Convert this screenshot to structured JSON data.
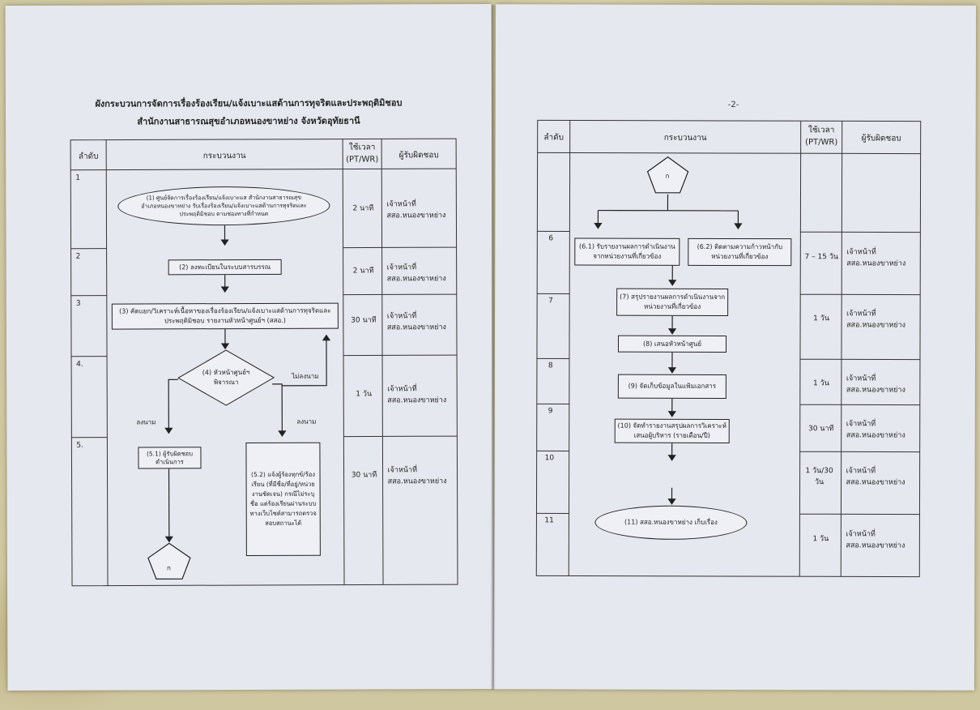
{
  "page1": {
    "title_line1": "ผังกระบวนการจัดการเรื่องร้องเรียน/แจ้งเบาะแสด้านการทุจริตและประพฤติมิชอบ",
    "title_line2": "สำนักงานสาธารณสุขอำเภอหนองขาหย่าง จังหวัดอุทัยธานี",
    "headers": {
      "order": "ลำดับ",
      "process": "กระบวนงาน",
      "time_l1": "ใช้เวลา",
      "time_l2": "(PT/WR)",
      "owner": "ผู้รับผิดชอบ"
    },
    "rows": [
      {
        "num": "1",
        "time": "2 นาที",
        "owner_l1": "เจ้าหน้าที่",
        "owner_l2": "สสอ.หนองขาหย่าง"
      },
      {
        "num": "2",
        "time": "2 นาที",
        "owner_l1": "เจ้าหน้าที่",
        "owner_l2": "สสอ.หนองขาหย่าง"
      },
      {
        "num": "3",
        "time": "30 นาที",
        "owner_l1": "เจ้าหน้าที่",
        "owner_l2": "สสอ.หนองขาหย่าง"
      },
      {
        "num": "4.",
        "time": "1 วัน",
        "owner_l1": "เจ้าหน้าที่",
        "owner_l2": "สสอ.หนองขาหย่าง"
      },
      {
        "num": "5.",
        "time": "30 นาที",
        "owner_l1": "เจ้าหน้าที่",
        "owner_l2": "สสอ.หนองขาหย่าง"
      }
    ],
    "steps": {
      "s1": "(1) ศูนย์จัดการเรื่องร้องเรียน/แจ้งเบาะแส สำนักงานสาธารณสุขอำเภอหนองขาหย่าง รับเรื่องร้องเรียน/แจ้งเบาะแสด้านการทุจริตและประพฤติมิชอบ ตามช่องทางที่กำหนด",
      "s2": "(2) ลงทะเบียนในระบบสารบรรณ",
      "s3": "(3) คัดแยก/วิเคราะห์เนื้อหาของเรื่องร้องเรียน/แจ้งเบาะแสด้านการทุจริตและประพฤติมิชอบ รายงานหัวหน้าศูนย์ฯ (สสอ.)",
      "s4": "(4) หัวหน้าศูนย์ฯ พิจารณา",
      "s51": "(5.1) ผู้รับผิดชอบ ดำเนินการ",
      "s52": "(5.2) แจ้งผู้ร้องทุกข์/ร้องเรียน (ที่มีชื่อ/ที่อยู่/หน่วยงานชัดเจน) กรณีไม่ระบุชื่อ แต่ร้องเรียนผ่านระบบทางเว็บไซต์สามารถตรวจสอบสถานะได้",
      "connector": "ก",
      "label_approve_left": "ลงนาม",
      "label_approve_right": "ลงนาม",
      "label_reject": "ไม่ลงนาม"
    }
  },
  "page2": {
    "page_number": "-2-",
    "headers": {
      "order": "ลำดับ",
      "process": "กระบวนงาน",
      "time_l1": "ใช้เวลา",
      "time_l2": "(PT/WR)",
      "owner": "ผู้รับผิดชอบ"
    },
    "rows": [
      {
        "num": "6",
        "time": "7 – 15 วัน",
        "owner_l1": "เจ้าหน้าที่",
        "owner_l2": "สสอ.หนองขาหย่าง"
      },
      {
        "num": "7",
        "time": "1 วัน",
        "owner_l1": "เจ้าหน้าที่",
        "owner_l2": "สสอ.หนองขาหย่าง"
      },
      {
        "num": "8",
        "time": "1 วัน",
        "owner_l1": "เจ้าหน้าที่",
        "owner_l2": "สสอ.หนองขาหย่าง"
      },
      {
        "num": "9",
        "time": "30 นาที",
        "owner_l1": "เจ้าหน้าที่",
        "owner_l2": "สสอ.หนองขาหย่าง"
      },
      {
        "num": "10",
        "time": "1 วัน/30 วัน",
        "owner_l1": "เจ้าหน้าที่",
        "owner_l2": "สสอ.หนองขาหย่าง"
      },
      {
        "num": "11",
        "time": "1 วัน",
        "owner_l1": "เจ้าหน้าที่",
        "owner_l2": "สสอ.หนองขาหย่าง"
      }
    ],
    "steps": {
      "connector": "ก",
      "s61": "(6.1) รับรายงานผลการดำเนินงานจากหน่วยงานที่เกี่ยวข้อง",
      "s62": "(6.2) ติดตามความก้าวหน้ากับหน่วยงานที่เกี่ยวข้อง",
      "s7": "(7) สรุปรายงานผลการดำเนินงานจากหน่วยงานที่เกี่ยวข้อง",
      "s8": "(8) เสนอหัวหน้าศูนย์",
      "s9": "(9) จัดเก็บข้อมูลในแฟ้มเอกสาร",
      "s10": "(10) จัดทำรายงานสรุปผลการวิเคราะห์เสนอผู้บริหาร (รายเดือน/ปี)",
      "s11": "(11) สสอ.หนองขาหย่าง เก็บเรื่อง"
    }
  }
}
